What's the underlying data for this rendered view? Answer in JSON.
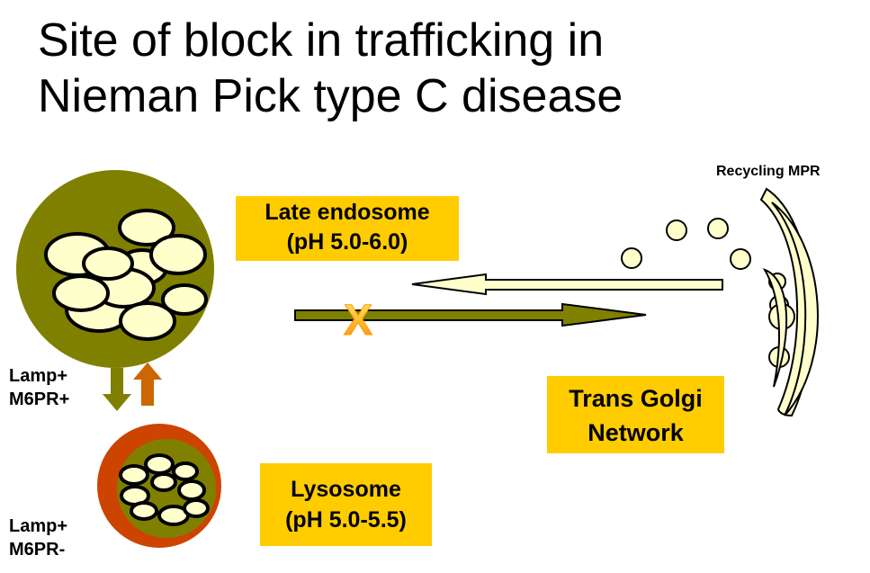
{
  "title": {
    "line1": "Site of block in trafficking in",
    "line2": "Nieman Pick type C disease"
  },
  "labels": {
    "late_endosome_line1": "Late endosome",
    "late_endosome_line2": "(pH 5.0-6.0)",
    "trans_golgi_line1": "Trans Golgi",
    "trans_golgi_line2": "Network",
    "lysosome_line1": "Lysosome",
    "lysosome_line2": "(pH 5.0-5.5)",
    "recycling": "Recycling MPR",
    "lamp_plus_m6pr_plus_line1": "Lamp+",
    "lamp_plus_m6pr_plus_line2": "M6PR+",
    "lamp_plus_m6pr_minus_line1": "Lamp+",
    "lamp_plus_m6pr_minus_line2": "M6PR-"
  },
  "block_mark": "X",
  "colors": {
    "label_box": "#ffcc00",
    "organelle_fill": "#808000",
    "vesicle_fill": "#ffffcc",
    "lysosome_ring": "#cc4400",
    "forward_arrow": "#808000",
    "return_arrow": "#ffffcc",
    "up_arrow": "#cc6600",
    "down_arrow": "#808000"
  }
}
